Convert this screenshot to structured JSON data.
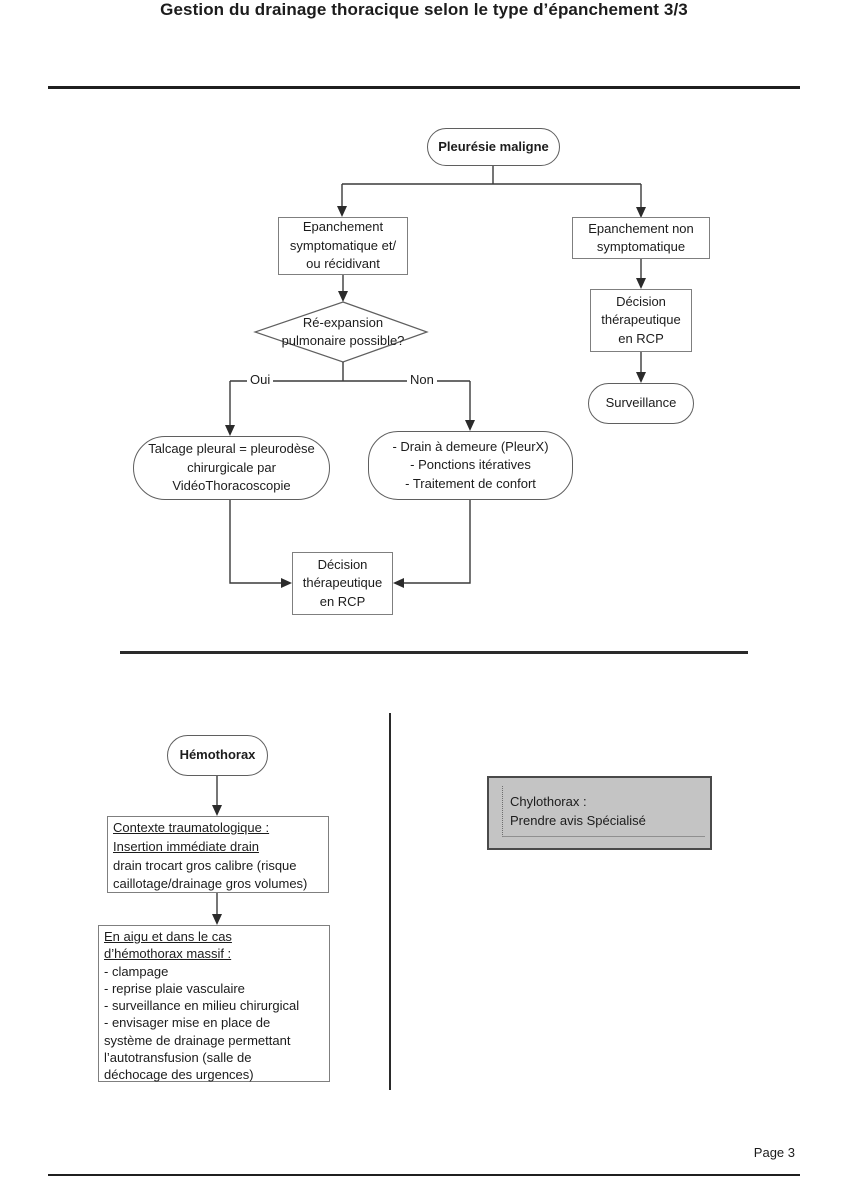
{
  "page": {
    "title": "Gestion du drainage thoracique selon le type d’épanchement 3/3",
    "page_number": "Page 3"
  },
  "colors": {
    "line": "#3a3a3a",
    "box_border": "#7f7f7f",
    "note_fill": "#c4c4c4",
    "note_border": "#4a4a4a"
  },
  "malignant_flow": {
    "root": "Pleurésie maligne",
    "symptomatic": "Epanchement\nsymptomatique et/\nou récidivant",
    "non_symptomatic": "Epanchement non\nsymptomatique",
    "decision_diamond": "Ré-expansion\npulmonaire possible?",
    "yes_label": "Oui",
    "no_label": "Non",
    "talcage": "Talcage pleural = pleurodèse\nchirurgicale par\nVidéoThoracoscopie",
    "drain": "- Drain à demeure (PleurX)\n- Ponctions itératives\n- Traitement de confort",
    "rcp_left": "Décision\nthérapeutique\nen RCP",
    "rcp_right": "Décision\nthérapeutique\nen RCP",
    "surveillance": "Surveillance"
  },
  "hemothorax_flow": {
    "root": "Hémothorax",
    "trauma_underlined": "Contexte traumatologique :\nInsertion immédiate drain",
    "trauma_body": "drain trocart gros calibre (risque\ncaillotage/drainage gros volumes)",
    "acute_underlined": "En aigu et dans le cas\nd’hémothorax massif :",
    "acute_body": "- clampage\n- reprise plaie vasculaire\n- surveillance en milieu chirurgical\n- envisager mise en place de\nsystème de drainage permettant\nl’autotransfusion (salle de\ndéchocage des urgences)"
  },
  "chylothorax_note": "Chylothorax :\nPrendre avis Spécialisé"
}
